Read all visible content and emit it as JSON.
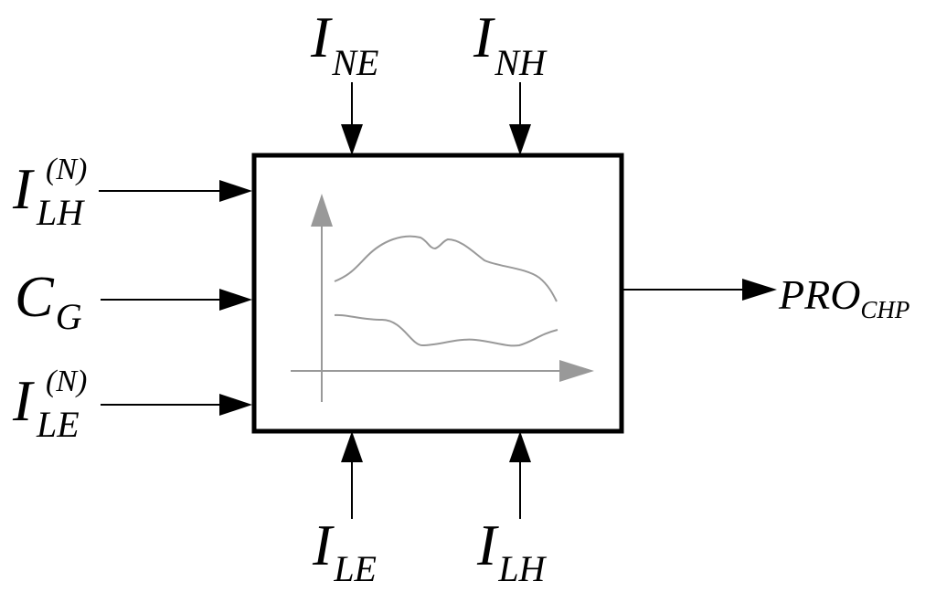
{
  "block": {
    "inputs_top": [
      {
        "symbol": "I",
        "subscript": "NE"
      },
      {
        "symbol": "I",
        "subscript": "NH"
      }
    ],
    "inputs_left": [
      {
        "symbol": "I",
        "superscript": "(N)",
        "subscript": "LH"
      },
      {
        "symbol": "C",
        "subscript": "G"
      },
      {
        "symbol": "I",
        "superscript": "(N)",
        "subscript": "LE"
      }
    ],
    "inputs_bottom": [
      {
        "symbol": "I",
        "subscript": "LE"
      },
      {
        "symbol": "I",
        "subscript": "LH"
      }
    ],
    "output": {
      "symbol": "PRO",
      "subscript": "CHP"
    }
  },
  "colors": {
    "line": "#000000",
    "plot": "#999999"
  }
}
